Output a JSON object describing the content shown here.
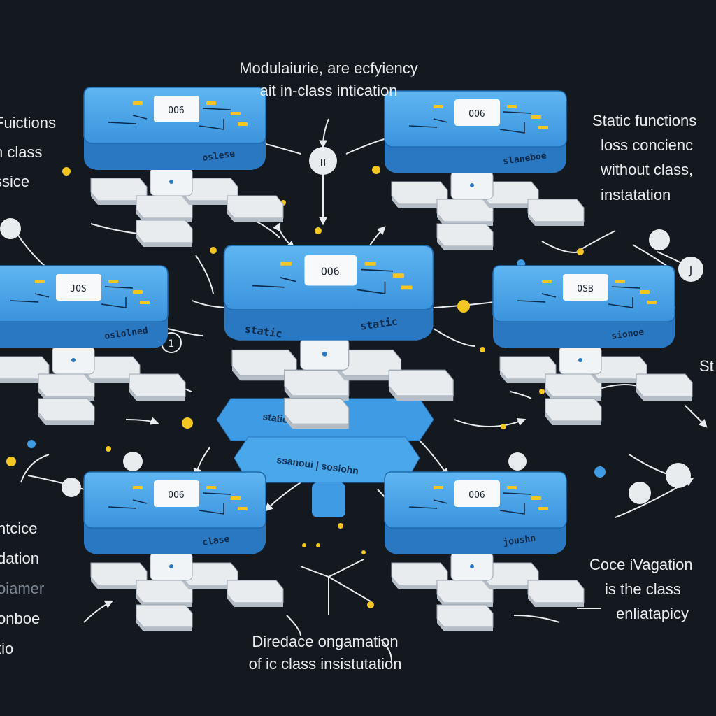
{
  "captions": {
    "top": [
      "Modulaiurie, are ecfyiency",
      "ait in-class intication"
    ],
    "left_top": [
      "Fuictions",
      "n class",
      "ssice"
    ],
    "right_top": [
      "Static functions",
      "loss concienc",
      "without class,",
      "instatation"
    ],
    "right_mid": [
      "St"
    ],
    "left_bottom": [
      "ntcice",
      "dation",
      "oiamer",
      "onboe",
      "tio"
    ],
    "right_bottom": [
      "Coce iVagation",
      "is the class",
      "enliatapicy"
    ],
    "bottom": [
      "Diredace ongamation",
      "of ic class insistutation"
    ]
  },
  "modules": [
    {
      "id": "top-left",
      "tag": "OO6",
      "side_label": "oslese"
    },
    {
      "id": "top-right",
      "tag": "OO6",
      "side_label": "slaneboe"
    },
    {
      "id": "center",
      "tag": "OO6",
      "side_label": "static",
      "side_label_2": "static",
      "stack_label_1": "static",
      "stack_label_2": "ssanoui | sosiohn"
    },
    {
      "id": "mid-left",
      "tag": "JOS",
      "side_label": "oslolned"
    },
    {
      "id": "mid-right",
      "tag": "OSB",
      "side_label": "sionoe"
    },
    {
      "id": "bottom-left",
      "tag": "OO6",
      "side_label": "clase"
    },
    {
      "id": "bottom-right",
      "tag": "OO6",
      "side_label": "joushn"
    }
  ],
  "hub_nodes": [
    {
      "id": "top-hub",
      "glyph": "ıı"
    },
    {
      "id": "right-hub",
      "glyph": "J"
    },
    {
      "id": "left-hub",
      "glyph": "1"
    }
  ],
  "colors": {
    "background": "#14181f",
    "module_blue": "#3f9be3",
    "module_blue_dark": "#2a78c2",
    "block_white": "#e8ecef",
    "accent_yellow": "#f3c623",
    "accent_orange": "#f0a020"
  }
}
